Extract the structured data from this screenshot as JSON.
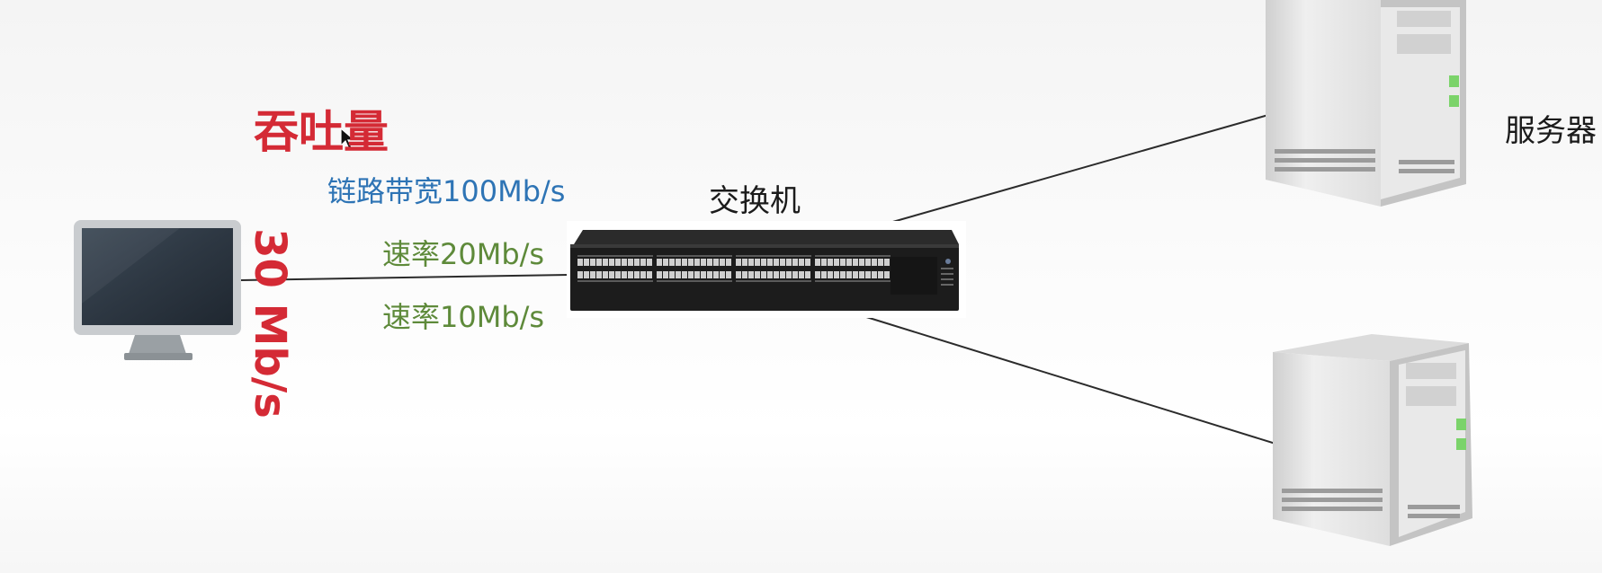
{
  "labels": {
    "link_bandwidth": "链路带宽100Mb/s",
    "rate_1": "速率20Mb/s",
    "rate_2": "速率10Mb/s",
    "switch": "交换机",
    "server": "服务器",
    "throughput_title": "吞吐量",
    "throughput_value": "30 Mb/s"
  },
  "colors": {
    "bandwidth": "#2e74b5",
    "rate": "#5e8a3a",
    "throughput": "#d42a35",
    "link_line": "#2b2b2b"
  },
  "icons": [
    "monitor-icon",
    "network-switch-icon",
    "server-tower-icon",
    "mouse-pointer-icon"
  ]
}
